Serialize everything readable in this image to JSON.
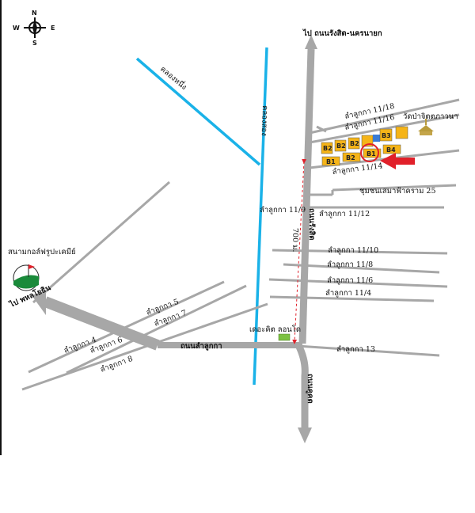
{
  "compass": {
    "n": "N",
    "s": "S",
    "w": "W",
    "e": "E"
  },
  "destinations": {
    "north": "ไป ถนนรังสิต-นครนายก",
    "west": "ไป พหลโยธิน"
  },
  "roads": {
    "lam_luk_ka_main": "ถนนลำลูกกา",
    "road_vertical_north": "ถนนรังสิต",
    "road_vertical_south": "ถนนคูคต",
    "blue_top": "คลองหนึ่ง",
    "blue_vertical": "คลองสอง"
  },
  "sois": {
    "s11_18": "ลำลูกกา 11/18",
    "s11_16": "ลำลูกกา 11/16",
    "s11_14": "ลำลูกกา 11/14",
    "s11_9": "ลำลูกกา 11/9",
    "s11_12": "ลำลูกกา 11/12",
    "s11_10": "ลำลูกกา 11/10",
    "s11_8": "ลำลูกกา 11/8",
    "s11_6": "ลำลูกกา 11/6",
    "s11_4": "ลำลูกกา 11/4",
    "s13": "ลำลูกกา 13",
    "s4": "ลำลูกกา 4",
    "s5": "ลำลูกกา 5",
    "s6": "ลำลูกกา 6",
    "s7": "ลำลูกกา 7",
    "s8": "ลำลูกกา 8",
    "community": "ชุมชนเสมาฟ้าคราม 25"
  },
  "landmarks": {
    "temple": "วัดป่าจิตตภาวนา",
    "golf": "สนามกอล์ฟรูปะเคมีย์",
    "store": "เดอะคิต ลอนโด"
  },
  "distance": "700 ม.",
  "blocks": [
    "B2",
    "B2",
    "B2",
    "B1",
    "B1",
    "B2",
    "B3",
    "B4"
  ],
  "colors": {
    "road": "#a7a7a7",
    "canal": "#1ab2e8",
    "block": "#f5b418",
    "marker": "#e1202a"
  }
}
